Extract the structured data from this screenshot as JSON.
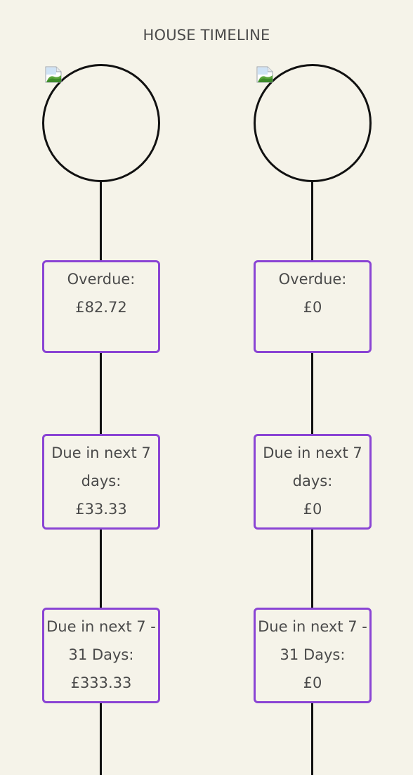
{
  "title": "HOUSE TIMELINE",
  "members": [
    {
      "overdue_label": "Overdue:",
      "overdue_amount": "£82.72",
      "next7_label": "Due in next 7 days:",
      "next7_amount": "£33.33",
      "next31_label": "Due in next 7 - 31 Days:",
      "next31_amount": "£333.33"
    },
    {
      "overdue_label": "Overdue:",
      "overdue_amount": "£0",
      "next7_label": "Due in next 7 days:",
      "next7_amount": "£0",
      "next31_label": "Due in next 7 - 31 Days:",
      "next31_amount": "£0"
    }
  ],
  "colors": {
    "background": "#f5f3e9",
    "card_border": "#8a44d4",
    "line": "#111111",
    "text": "#4a4a4a"
  },
  "icons": {
    "avatar_placeholder": "broken-image-icon"
  }
}
